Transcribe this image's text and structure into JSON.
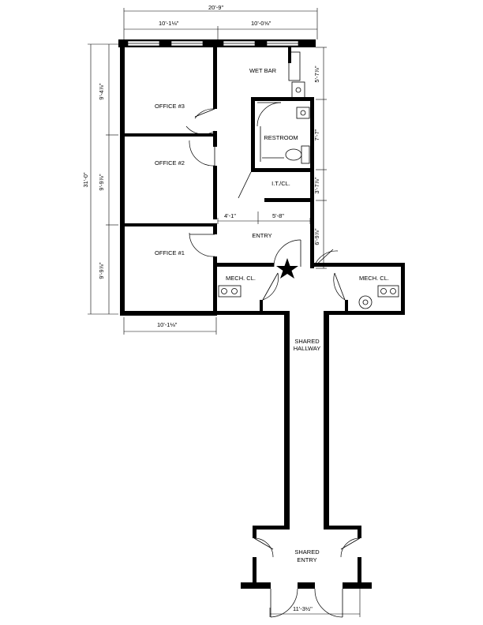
{
  "rooms": {
    "wet_bar": "WET BAR",
    "office_3": "OFFICE #3",
    "office_2": "OFFICE #2",
    "office_1": "OFFICE #1",
    "restroom": "RESTROOM",
    "it_closet": "I.T./CL.",
    "entry": "ENTRY",
    "mech_left": "MECH. CL.",
    "mech_right": "MECH. CL.",
    "hallway_line1": "SHARED",
    "hallway_line2": "HALLWAY",
    "shared_entry_line1": "SHARED",
    "shared_entry_line2": "ENTRY"
  },
  "dimensions": {
    "overall_width": "20'-9\"",
    "top_left": "10'-1⅛\"",
    "top_right": "10'-0⅝\"",
    "bottom_offices": "10'-1⅛\"",
    "overall_height": "31'-0\"",
    "office3_height": "9'-4⅞\"",
    "office2_height": "9'-9⅞\"",
    "office1_height": "9'-9⅞\"",
    "wetbar_height": "5'-7⅞\"",
    "restroom_height": "7'-7\"",
    "itcl_height": "3'-7⅞\"",
    "entry_height": "6'-9⅞\"",
    "entry_left": "4'-1\"",
    "entry_right": "5'-8\"",
    "shared_entry_width": "11'-3½\""
  },
  "icons": {
    "you_are_here": "star-icon"
  }
}
